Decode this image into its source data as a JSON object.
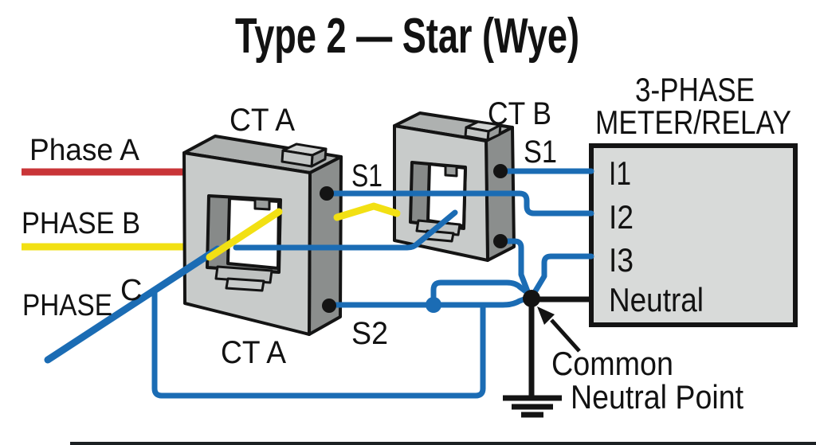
{
  "title": "Type 2 — Star (Wye)",
  "phases": {
    "a": "Phase A",
    "b": "PHASE B",
    "c_word": "PHASE",
    "c_letter": "C"
  },
  "cts": {
    "ct_a_top": "CT A",
    "ct_a_bottom": "CT A",
    "ct_b": "CT B",
    "s1_a": "S1",
    "s1_b": "S1",
    "s2_a": "S2"
  },
  "meter": {
    "title_line1": "3-PHASE",
    "title_line2": "METER/RELAY",
    "terminals": [
      "I1",
      "I2",
      "I3",
      "Neutral"
    ]
  },
  "annotation": {
    "line1": "Common",
    "line2": "Neutral Point"
  },
  "colors": {
    "phase_a_red": "#c93538",
    "phase_b_yellow": "#f2e013",
    "wire_blue": "#1b6cb4",
    "meter_fill": "#d8dad9",
    "ct_front": "#c8cbca",
    "ct_side": "#8b8e8d",
    "ct_top": "#aeb1b0",
    "ct_recess": "#878a89",
    "text": "#121212"
  }
}
